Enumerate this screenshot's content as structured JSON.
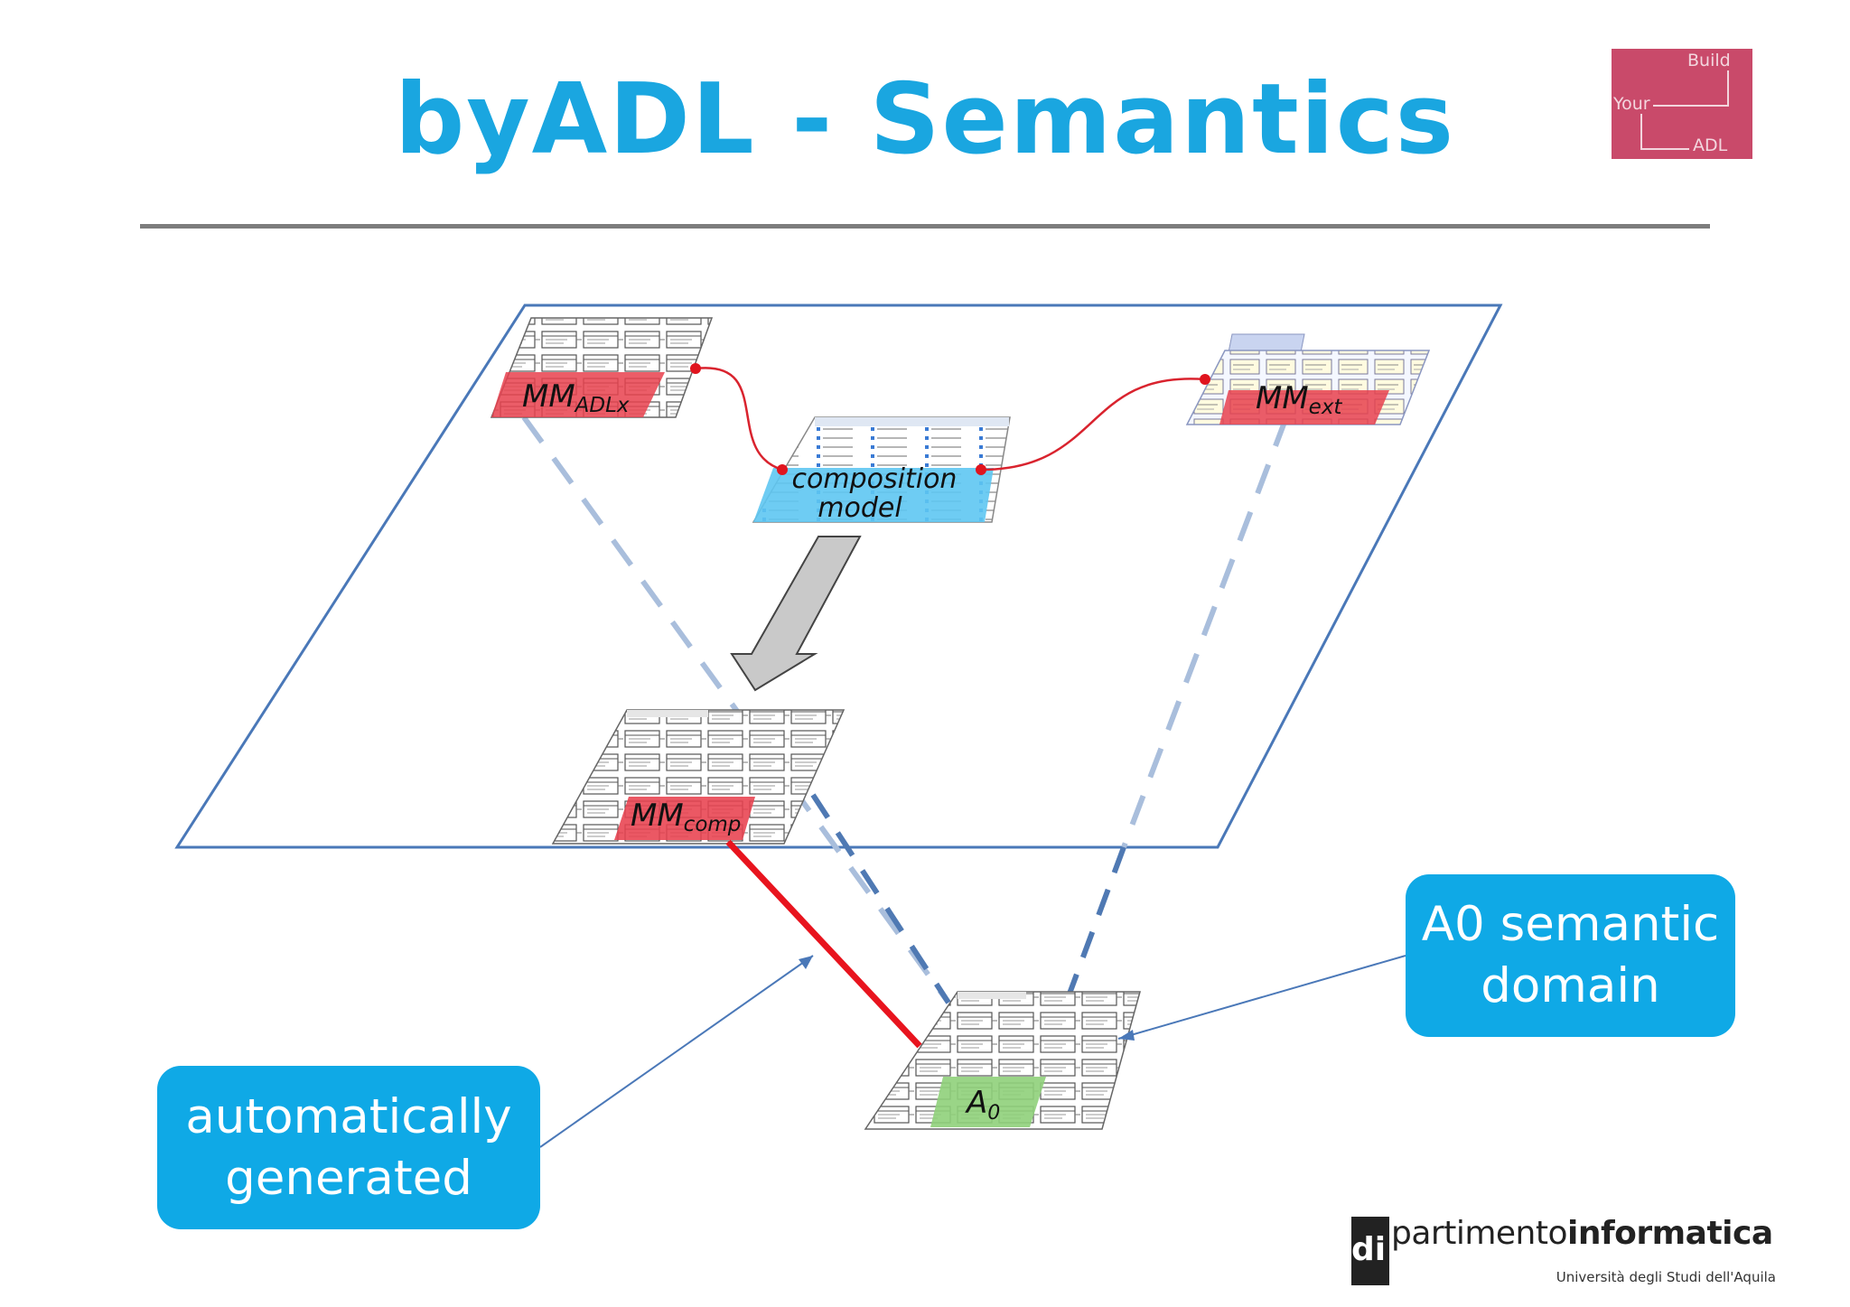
{
  "slide": {
    "title": "byADL - Semantics"
  },
  "logo": {
    "word_build": "Build",
    "word_your": "Your",
    "word_adl": "ADL",
    "background_color": "#c94a6a"
  },
  "diagram": {
    "nodes": {
      "mm_adlx": {
        "label_main": "MM",
        "label_sub": "ADLx",
        "highlight_color": "#e8414e"
      },
      "mm_ext": {
        "label_main": "MM",
        "label_sub": "ext",
        "highlight_color": "#e8414e"
      },
      "composition_model": {
        "label_line1": "composition",
        "label_line2": "model",
        "highlight_color": "#5ec7f2"
      },
      "mm_comp": {
        "label_main": "MM",
        "label_sub": "comp",
        "highlight_color": "#e8414e"
      },
      "a0": {
        "label_main": "A",
        "label_sub": "0",
        "highlight_color": "#8fd07a"
      }
    },
    "colors": {
      "plane_border": "#4a78b8",
      "dashed_light": "#a9bedc",
      "dashed_dark": "#4f79b3",
      "solid_link": "#e8141e",
      "connector_curve": "#d9232e",
      "arrow_fill": "#c9c9c9"
    }
  },
  "callouts": {
    "semantic_domain": "A0 semantic\ndomain",
    "auto_generated": "automatically\ngenerated",
    "color": "#0fa9e6"
  },
  "footer": {
    "dept_prefix": "di",
    "dept_name_light": "partimento",
    "dept_name_bold": "informatica",
    "university": "Università degli Studi dell'Aquila"
  }
}
